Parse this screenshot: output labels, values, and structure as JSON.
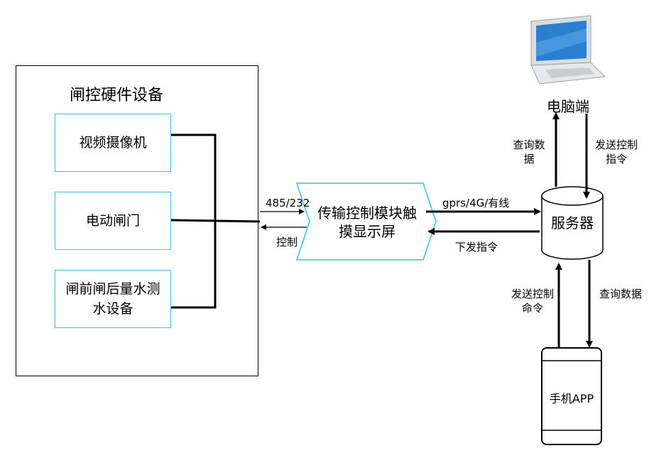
{
  "hardware_group": {
    "title": "闸控硬件设备",
    "devices": [
      {
        "label": "视频摄像机"
      },
      {
        "label": "电动闸门"
      },
      {
        "label": "闸前闸后量水测水设备"
      }
    ]
  },
  "transmission_module": {
    "label": "传输控制模块触摸显示屏"
  },
  "server": {
    "label": "服务器"
  },
  "pc": {
    "label": "电脑端",
    "icon": "laptop-icon"
  },
  "mobile": {
    "label": "手机APP"
  },
  "edges": {
    "to_module": "485/232",
    "from_module": "控制",
    "module_to_server": "gprs/4G/有线",
    "server_to_module": "下发指令",
    "server_to_pc": "查询数据",
    "pc_to_server": "发送控制指令",
    "app_to_server": "发送控制命令",
    "server_to_app": "查询数据"
  },
  "colors": {
    "device_border": "#2bc6e8",
    "line": "#000000",
    "laptop_screen": "#2a7fd0"
  }
}
